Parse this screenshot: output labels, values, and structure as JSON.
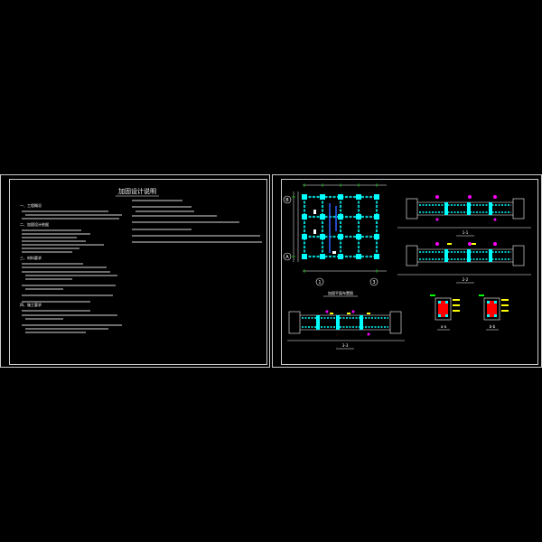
{
  "sheets": [
    {
      "title": "加固设计说明",
      "notes_left": [
        "一、工程概况",
        "二、加固设计依据",
        "三、材料要求",
        "四、施工要求"
      ],
      "notes_right": []
    },
    {
      "plan": {
        "grid_row_labels": [
          "B",
          "A"
        ],
        "grid_col_labels": [
          "1",
          "3"
        ],
        "caption": "加固平面布置图"
      },
      "sections": [
        {
          "caption": "1-1"
        },
        {
          "caption": "2-2"
        },
        {
          "caption": "3-3"
        },
        {
          "caption": "a-a"
        },
        {
          "caption": "b-b"
        }
      ]
    }
  ],
  "colors": {
    "background": "#000000",
    "frame": "#ffffff",
    "text": "#ffffff",
    "grid": "#00c8c8",
    "column": "#00ffff",
    "rebar": "#ffff00",
    "mark": "#ff00ff",
    "concrete": "#ff0000",
    "dim": "#00ff00"
  }
}
